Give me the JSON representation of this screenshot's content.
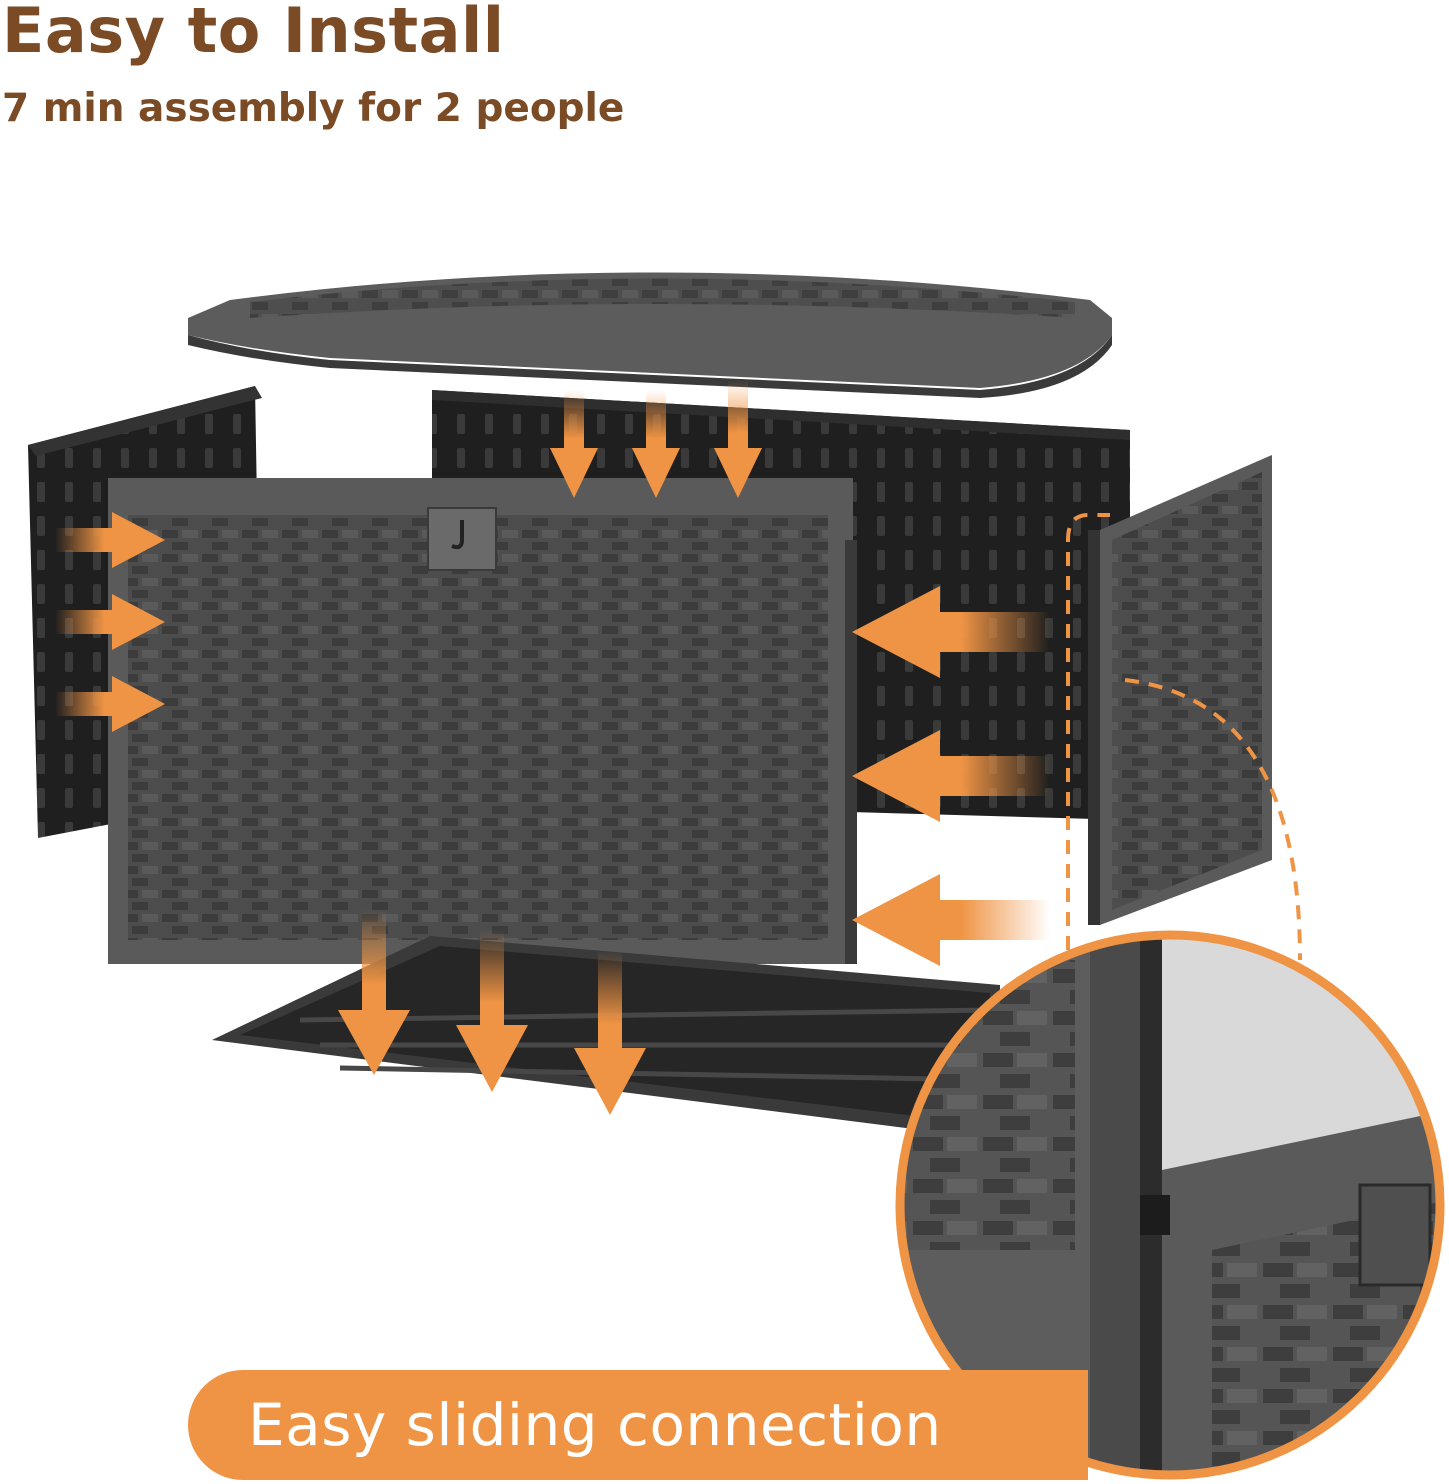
{
  "header": {
    "title": "Easy to Install",
    "subtitle": "7 min assembly for 2 people"
  },
  "banner": {
    "label": "Easy sliding connection"
  },
  "colors": {
    "heading": "#7a4b25",
    "accent": "#ef9444",
    "panel_dark": "#2b2b2b",
    "panel_mid": "#4a4a4a",
    "panel_light": "#5c5c5c"
  },
  "icons": {
    "arrows": "orange-arrow-icon",
    "latch": "latch-icon"
  }
}
